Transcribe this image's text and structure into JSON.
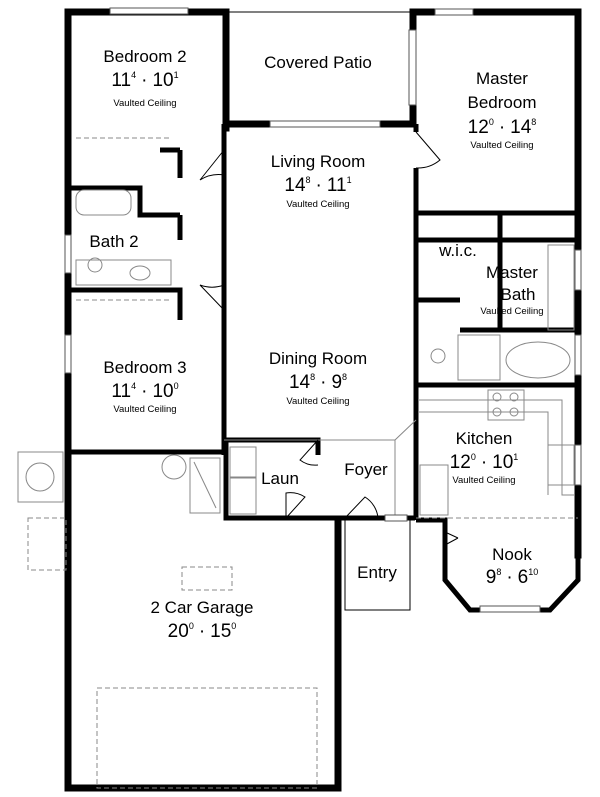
{
  "plan": {
    "rooms": [
      {
        "id": "bedroom-2",
        "name": "Bedroom 2",
        "w": "11",
        "w_in": "4",
        "l": "10",
        "l_in": "1",
        "note": "Vaulted Ceiling"
      },
      {
        "id": "covered-patio",
        "name": "Covered Patio"
      },
      {
        "id": "master-bedroom",
        "name": "Master",
        "name2": "Bedroom",
        "w": "12",
        "w_in": "0",
        "l": "14",
        "l_in": "8",
        "note": "Vaulted Ceiling"
      },
      {
        "id": "living-room",
        "name": "Living Room",
        "w": "14",
        "w_in": "8",
        "l": "11",
        "l_in": "1",
        "note": "Vaulted Ceiling"
      },
      {
        "id": "bath-2",
        "name": "Bath 2"
      },
      {
        "id": "wic",
        "name": "w.i.c."
      },
      {
        "id": "master-bath",
        "name": "Master",
        "name2": "Bath",
        "note": "Vaulted Ceiling"
      },
      {
        "id": "bedroom-3",
        "name": "Bedroom 3",
        "w": "11",
        "w_in": "4",
        "l": "10",
        "l_in": "0",
        "note": "Vaulted Ceiling"
      },
      {
        "id": "dining-room",
        "name": "Dining Room",
        "w": "14",
        "w_in": "8",
        "l": "9",
        "l_in": "8",
        "note": "Vaulted Ceiling"
      },
      {
        "id": "kitchen",
        "name": "Kitchen",
        "w": "12",
        "w_in": "0",
        "l": "10",
        "l_in": "1",
        "note": "Vaulted Ceiling"
      },
      {
        "id": "laundry",
        "name": "Laun"
      },
      {
        "id": "foyer",
        "name": "Foyer"
      },
      {
        "id": "entry",
        "name": "Entry"
      },
      {
        "id": "nook",
        "name": "Nook",
        "w": "9",
        "w_in": "8",
        "l": "6",
        "l_in": "10"
      },
      {
        "id": "garage",
        "name": "2 Car Garage",
        "w": "20",
        "w_in": "0",
        "l": "15",
        "l_in": "0"
      }
    ],
    "separator": "·"
  }
}
